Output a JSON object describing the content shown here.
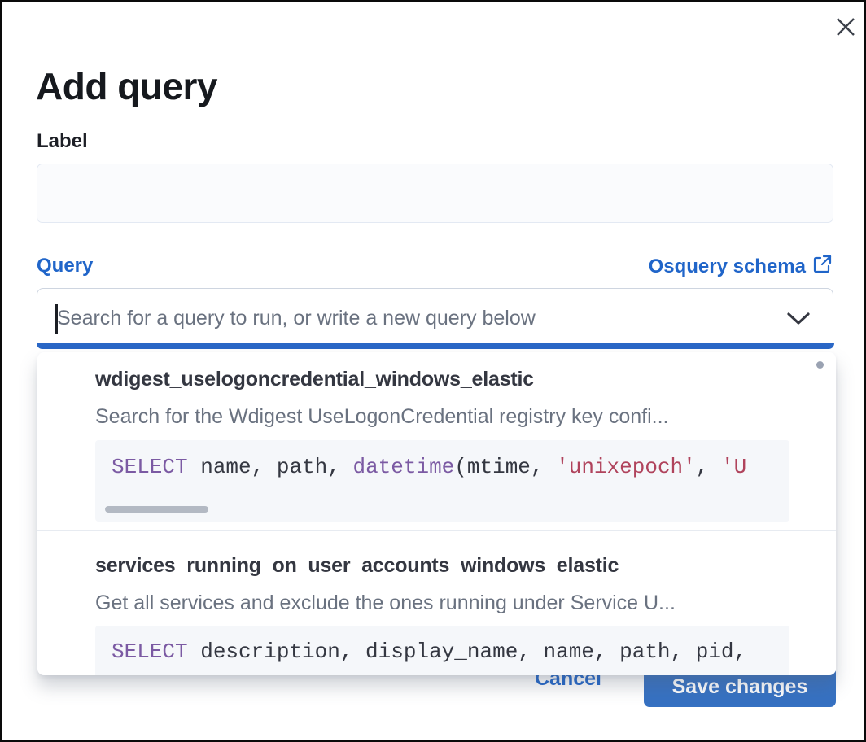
{
  "modal": {
    "title": "Add query",
    "label_field": {
      "label": "Label",
      "value": "",
      "placeholder": ""
    },
    "query_field": {
      "label": "Query",
      "schema_link_label": "Osquery schema",
      "placeholder": "Search for a query to run, or write a new query below",
      "value": ""
    },
    "dropdown": {
      "options": [
        {
          "id": "wdigest_uselogoncredential_windows_elastic",
          "description": "Search for the Wdigest UseLogonCredential registry key confi...",
          "sql_tokens": [
            {
              "t": "SELECT",
              "c": "keyword"
            },
            {
              "t": " name, path, ",
              "c": "plain"
            },
            {
              "t": "datetime",
              "c": "keyword"
            },
            {
              "t": "(mtime, ",
              "c": "plain"
            },
            {
              "t": "'unixepoch'",
              "c": "string"
            },
            {
              "t": ", ",
              "c": "plain"
            },
            {
              "t": "'U",
              "c": "string"
            }
          ]
        },
        {
          "id": "services_running_on_user_accounts_windows_elastic",
          "description": "Get all services and exclude the ones running under Service U...",
          "sql_tokens": [
            {
              "t": "SELECT",
              "c": "keyword"
            },
            {
              "t": " description, display_name, name, path, pid,",
              "c": "plain"
            }
          ]
        }
      ]
    },
    "footer": {
      "cancel_label": "Cancel",
      "save_label": "Save changes"
    }
  },
  "icons": {
    "close": "close-icon",
    "external_link": "external-link-icon",
    "chevron_down": "chevron-down-icon"
  },
  "colors": {
    "primary_link": "#2065c9",
    "focus_bar": "#2a67c6",
    "save_button_bg": "#3671c2",
    "code_keyword": "#7b5aa3",
    "code_string": "#b0435c",
    "code_plain": "#343741",
    "code_bg": "#f5f7fa"
  }
}
